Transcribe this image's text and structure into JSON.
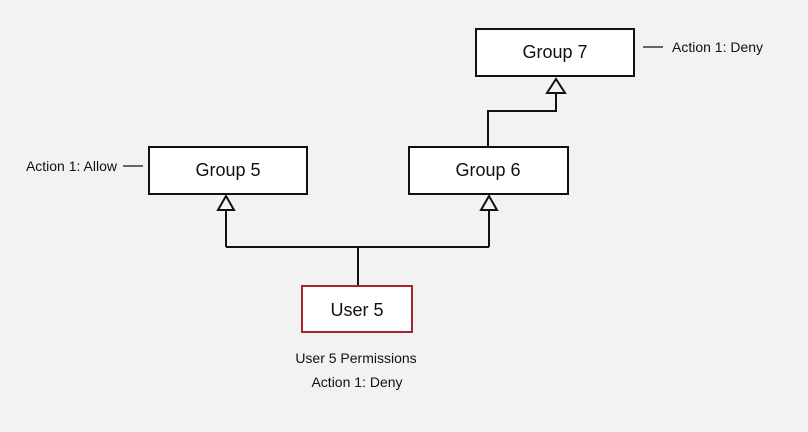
{
  "colors": {
    "background": "#f2f2f2",
    "box_fill": "#ffffff",
    "group_border": "#111111",
    "user_border": "#a3262e",
    "line": "#111111",
    "text": "#111111"
  },
  "nodes": {
    "group7": {
      "label": "Group 7"
    },
    "group5": {
      "label": "Group 5"
    },
    "group6": {
      "label": "Group 6"
    },
    "user5": {
      "label": "User 5"
    }
  },
  "annotations": {
    "group7_permission": "Action 1: Deny",
    "group5_permission": "Action 1: Allow",
    "user5_permissions_title": "User 5 Permissions",
    "user5_permissions_value": "Action 1: Deny"
  }
}
